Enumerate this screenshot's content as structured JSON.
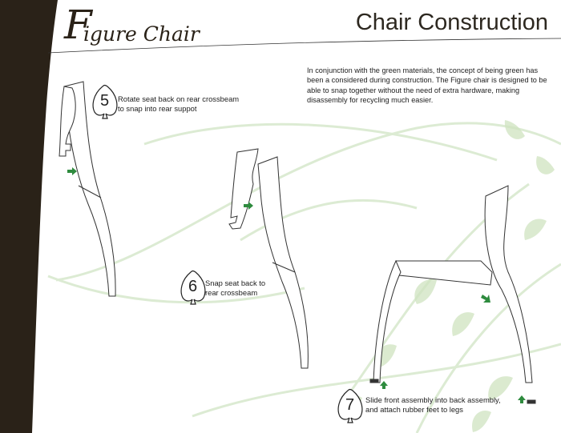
{
  "header": {
    "logo_initial": "F",
    "logo_text": "igure Chair",
    "title": "Chair Construction"
  },
  "intro": "In conjunction with the green materials, the concept of being green has been a considered during construction. The Figure chair is designed to be able to snap together without the need of extra hardware, making disassembly for recycling much easier.",
  "steps": [
    {
      "number": "5",
      "line1": "Rotate seat back on rear crossbeam",
      "line2": "to snap into rear suppot"
    },
    {
      "number": "6",
      "line1": "Snap seat back to",
      "line2": "rear crossbeam"
    },
    {
      "number": "7",
      "line1": "Slide front assembly into back assembly,",
      "line2": "and attach rubber feet to legs"
    }
  ],
  "colors": {
    "sidebar": "#2a2218",
    "arrow": "#2e8b3e",
    "leaf": "#cfe3c0",
    "swirl": "#dcebd3"
  },
  "icons": {
    "step_badge": "spade-badge-icon",
    "arrow": "green-arrow-icon"
  }
}
